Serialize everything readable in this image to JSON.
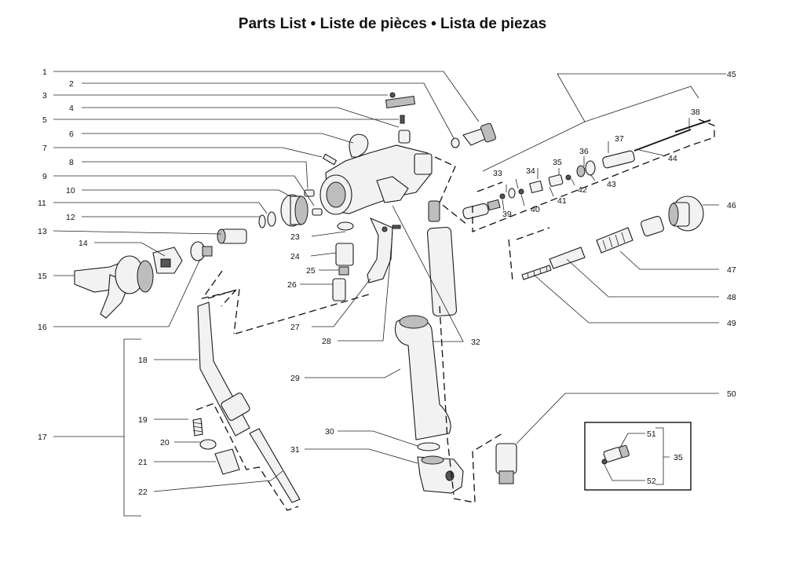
{
  "title": "Parts List • Liste de pièces • Lista de piezas",
  "callouts": {
    "c1": "1",
    "c2": "2",
    "c3": "3",
    "c4": "4",
    "c5": "5",
    "c6": "6",
    "c7": "7",
    "c8": "8",
    "c9": "9",
    "c10": "10",
    "c11": "11",
    "c12": "12",
    "c13": "13",
    "c14": "14",
    "c15": "15",
    "c16": "16",
    "c17": "17",
    "c18": "18",
    "c19": "19",
    "c20": "20",
    "c21": "21",
    "c22": "22",
    "c23": "23",
    "c24": "24",
    "c25": "25",
    "c26": "26",
    "c27": "27",
    "c28": "28",
    "c29": "29",
    "c30": "30",
    "c31": "31",
    "c32": "32",
    "c33": "33",
    "c34": "34",
    "c35": "35",
    "c36": "36",
    "c37": "37",
    "c38": "38",
    "c39": "39",
    "c40": "40",
    "c41": "41",
    "c42": "42",
    "c43": "43",
    "c44": "44",
    "c45": "45",
    "c46": "46",
    "c47": "47",
    "c48": "48",
    "c49": "49",
    "c50": "50",
    "c51": "51",
    "c52": "52",
    "c35b": "35"
  }
}
